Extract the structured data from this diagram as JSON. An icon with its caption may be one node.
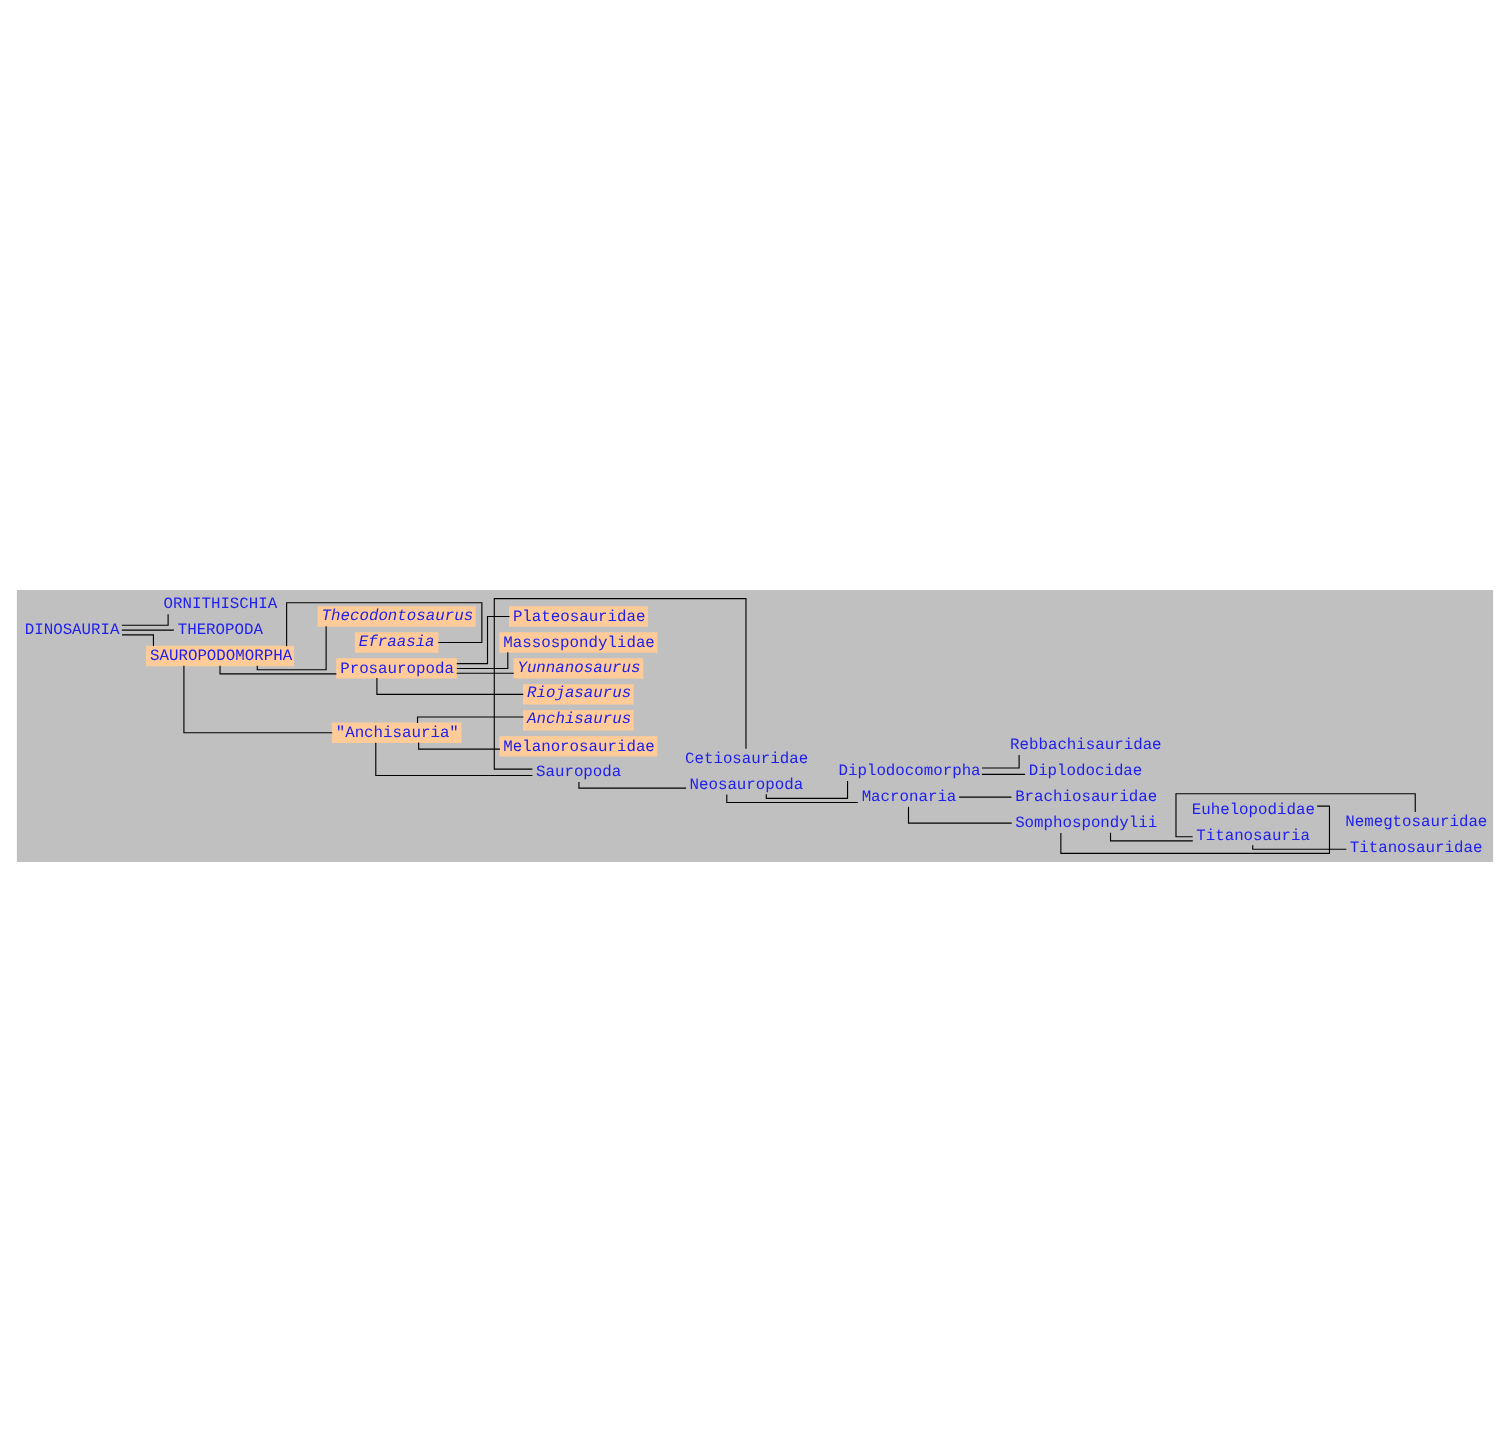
{
  "diagram": {
    "nodes": [
      {
        "text": [
          "DINOSAURIA"
        ]
      },
      {
        "text": [
          "ORNITHISCHIA"
        ]
      },
      {
        "text": [
          "THEROPODA"
        ]
      },
      {
        "text": [
          "SAUROPODOMORPHA"
        ]
      },
      {
        "text": [
          "Thecodontosaurus"
        ]
      },
      {
        "text": [
          "Efraasia"
        ]
      },
      {
        "text": [
          "Prosauropoda"
        ]
      },
      {
        "text": [
          "Plateosauridae"
        ]
      },
      {
        "text": [
          "Massospondylidae"
        ]
      },
      {
        "text": [
          "Yunnanosaurus"
        ]
      },
      {
        "text": [
          "Riojasaurus"
        ]
      },
      {
        "text": [
          "\"Anchisauria\""
        ]
      },
      {
        "text": [
          "Anchisaurus"
        ]
      },
      {
        "text": [
          "Melanorosauridae"
        ]
      },
      {
        "text": [
          "Sauropoda"
        ]
      },
      {
        "text": [
          "Cetiosauridae"
        ]
      },
      {
        "text": [
          "Neosauropoda"
        ]
      },
      {
        "text": [
          "Diplodocomorpha"
        ]
      },
      {
        "text": [
          "Rebbachisauridae"
        ]
      },
      {
        "text": [
          "Diplodocidae"
        ]
      },
      {
        "text": [
          "Macronaria"
        ]
      },
      {
        "text": [
          "Brachiosauridae"
        ]
      },
      {
        "text": [
          "Somphospondylii"
        ]
      },
      {
        "text": [
          "Euhelopodidae"
        ]
      },
      {
        "text": [
          "Titanosauria"
        ]
      },
      {
        "text": [
          "Nemegtosauridae"
        ]
      },
      {
        "text": [
          "Titanosauridae"
        ]
      }
    ],
    "edges": [
      {
        "from": 0,
        "to": 1,
        "arrow": "none"
      },
      {
        "from": 0,
        "to": 2,
        "arrow": "none"
      },
      {
        "from": 0,
        "to": 3,
        "arrow": "none"
      },
      {
        "from": 3,
        "to": 4,
        "arrow": "none"
      },
      {
        "from": 3,
        "to": 5,
        "arrow": "none"
      },
      {
        "from": 3,
        "to": 6,
        "arrow": "none"
      },
      {
        "from": 3,
        "to": 11,
        "arrow": "none"
      },
      {
        "from": 6,
        "to": 7,
        "arrow": "none"
      },
      {
        "from": 6,
        "to": 8,
        "arrow": "none"
      },
      {
        "from": 6,
        "to": 9,
        "arrow": "none"
      },
      {
        "from": 6,
        "to": 10,
        "arrow": "none"
      },
      {
        "from": 11,
        "to": 12,
        "arrow": "none"
      },
      {
        "from": 11,
        "to": 13,
        "arrow": "none"
      },
      {
        "from": 11,
        "to": 14,
        "arrow": "none"
      },
      {
        "from": 14,
        "to": 15,
        "arrow": "none"
      },
      {
        "from": 14,
        "to": 16,
        "arrow": "none"
      },
      {
        "from": 16,
        "to": 17,
        "arrow": "none"
      },
      {
        "from": 16,
        "to": 20,
        "arrow": "none"
      },
      {
        "from": 17,
        "to": 18,
        "arrow": "none"
      },
      {
        "from": 17,
        "to": 19,
        "arrow": "none"
      },
      {
        "from": 20,
        "to": 21,
        "arrow": "none"
      },
      {
        "from": 20,
        "to": 22,
        "arrow": "none"
      },
      {
        "from": 22,
        "to": 23,
        "arrow": "none"
      },
      {
        "from": 22,
        "to": 24,
        "arrow": "none"
      },
      {
        "from": 24,
        "to": 25,
        "arrow": "none"
      },
      {
        "from": 24,
        "to": 26,
        "arrow": "none"
      }
    ]
  }
}
